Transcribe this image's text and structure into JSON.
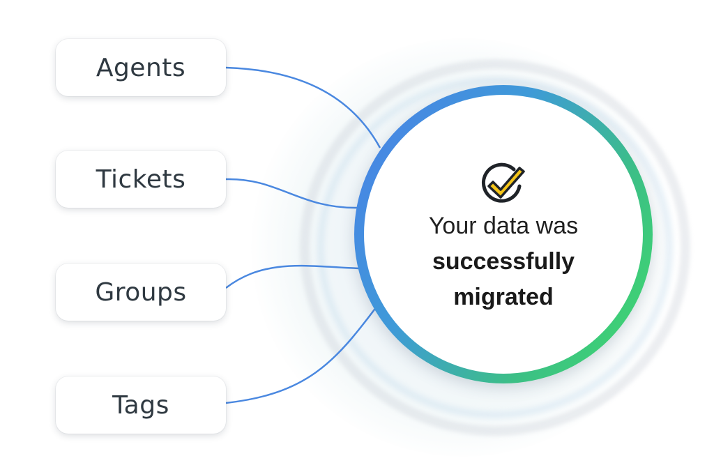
{
  "nodes": [
    {
      "label": "Agents"
    },
    {
      "label": "Tickets"
    },
    {
      "label": "Groups"
    },
    {
      "label": "Tags"
    }
  ],
  "status": {
    "icon": "check-circle-icon",
    "line_1": "Your data was",
    "line_2": "successfully",
    "line_3": "migrated"
  },
  "colors": {
    "connector": "#4a88e0",
    "ring_start": "#4a7fe8",
    "ring_end": "#3fdc6a",
    "check_fill": "#f5c518",
    "check_outline": "#1f2328",
    "text": "#2f3941"
  }
}
